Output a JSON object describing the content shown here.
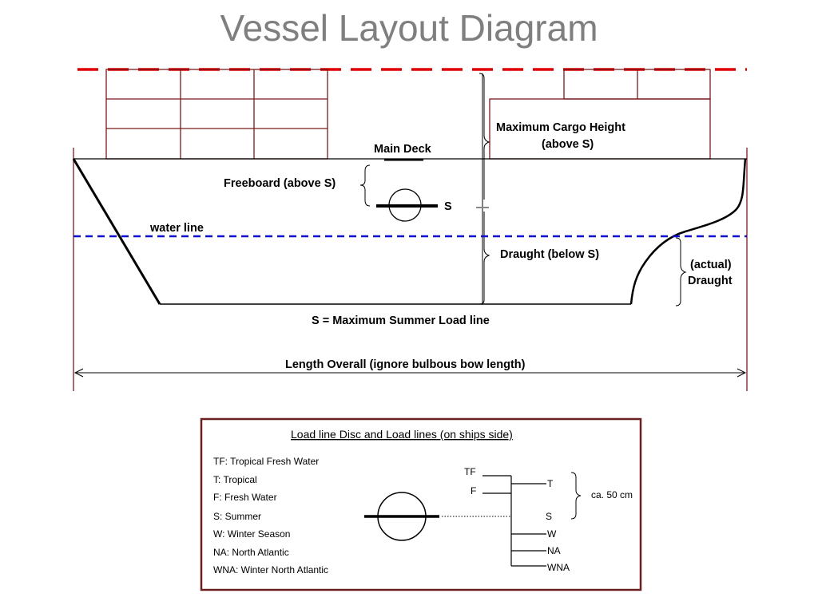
{
  "title": "Vessel Layout Diagram",
  "labels": {
    "main_deck": "Main Deck",
    "max_cargo_line1": "Maximum Cargo Height",
    "max_cargo_line2": "(above S)",
    "freeboard": "Freeboard (above S)",
    "s_mark": "S",
    "water_line": "water line",
    "draught": "Draught (below S)",
    "actual_line1": "(actual)",
    "actual_line2": "Draught",
    "summer_load_line": "S = Maximum Summer Load line",
    "length_overall": "Length Overall (ignore bulbous bow length)"
  },
  "legend": {
    "title": "Load line Disc and Load lines (on ships side)",
    "items": [
      "TF: Tropical Fresh Water",
      "T: Tropical",
      "F: Fresh Water",
      "S: Summer",
      "W: Winter Season",
      "NA: North Atlantic",
      "WNA: Winter North Atlantic"
    ],
    "marks": {
      "tf": "TF",
      "f": "F",
      "t": "T",
      "s": "S",
      "w": "W",
      "na": "NA",
      "wna": "WNA",
      "note": "ca. 50 cm"
    }
  },
  "colors": {
    "max_height_line": "#e00000",
    "water_line": "#1010cc",
    "cargo": "#7a1a1a",
    "hull": "#000000",
    "legend_border": "#6b1f1f",
    "title": "#7f7f7f"
  }
}
